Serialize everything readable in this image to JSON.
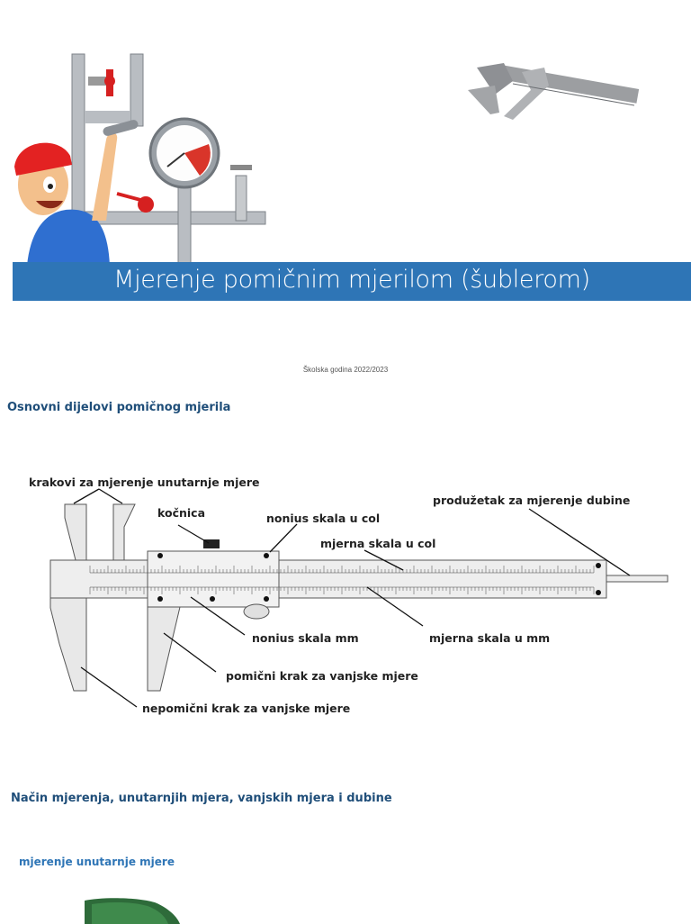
{
  "title": "Mjerenje pomičnim mjerilom (šublerom)",
  "school_year": "Školska godina 2022/2023",
  "section_parts": {
    "heading": "Osnovni dijelovi pomičnog mjerila",
    "labels": {
      "inner_jaws": "krakovi za mjerenje unutarnje mjere",
      "lock": "kočnica",
      "vernier_inch": "nonius skala u col",
      "main_scale_inch": "mjerna skala u col",
      "depth_rod": "produžetak za mjerenje dubine",
      "vernier_mm": "nonius skala mm",
      "main_scale_mm": "mjerna skala u mm",
      "movable_jaw": "pomični krak za vanjske mjere",
      "fixed_jaw": "nepomični krak za vanjske mjere"
    }
  },
  "section_method": {
    "heading": "Način mjerenja, unutarnjih mjera, vanjskih mjera i dubine",
    "subheading": "mjerenje unutarnje mjere"
  },
  "colors": {
    "banner": "#2e75b6",
    "heading": "#1f4e79",
    "subheading": "#2e75b6"
  }
}
